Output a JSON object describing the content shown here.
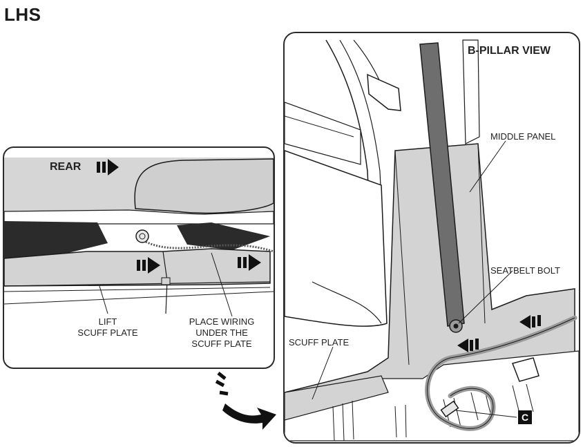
{
  "title": "LHS",
  "left_panel": {
    "rear_label": "REAR",
    "lift_label_line1": "LIFT",
    "lift_label_line2": "SCUFF PLATE",
    "wiring_label_line1": "PLACE WIRING",
    "wiring_label_line2": "UNDER THE",
    "wiring_label_line3": "SCUFF PLATE"
  },
  "right_panel": {
    "view_title": "B-PILLAR VIEW",
    "middle_panel_label": "MIDDLE PANEL",
    "seatbelt_bolt_label": "SEATBELT BOLT",
    "scuff_plate_label": "SCUFF PLATE",
    "connector_badge": "C"
  },
  "colors": {
    "panel_fill": "#d3d3d3",
    "dark_fill": "#2b2b2b",
    "belt_fill": "#6e6e6e",
    "outline": "#1a1a1a"
  }
}
